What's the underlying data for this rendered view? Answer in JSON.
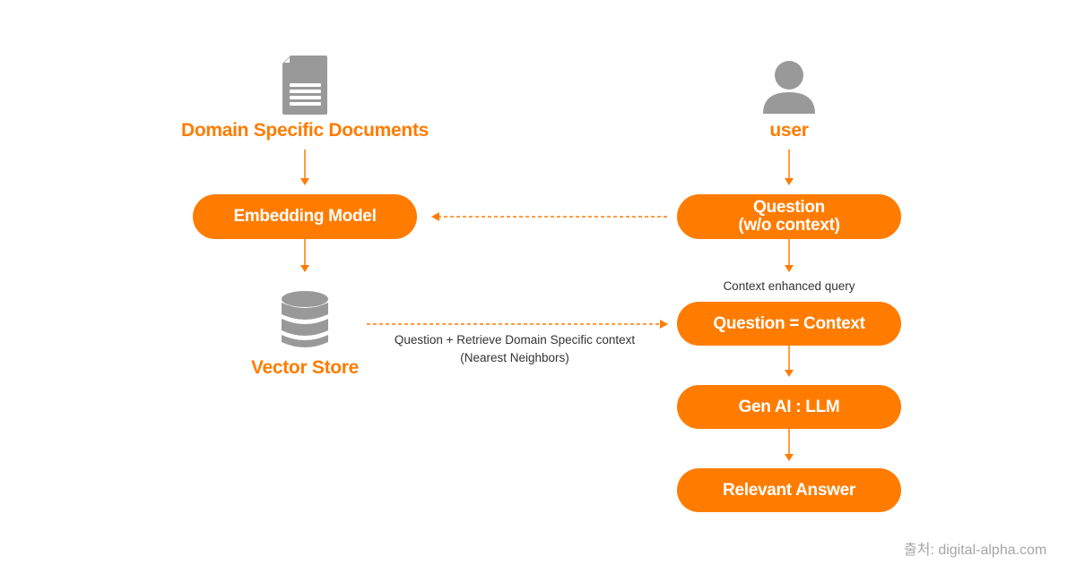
{
  "colors": {
    "accent": "#ff7c00",
    "icon": "#999999",
    "text": "#333333",
    "source": "#a6a6a6"
  },
  "left": {
    "documents": {
      "icon": "document-icon",
      "label": "Domain Specific Documents"
    },
    "embedding_model": {
      "label": "Embedding Model"
    },
    "vector_store": {
      "icon": "database-icon",
      "label": "Vector Store"
    }
  },
  "right": {
    "user": {
      "icon": "user-icon",
      "label": "user"
    },
    "question": {
      "line1": "Question",
      "line2": "(w/o context)"
    },
    "context_note": "Context enhanced query",
    "question_context": {
      "label": "Question = Context"
    },
    "gen_ai": {
      "label": "Gen AI : LLM"
    },
    "answer": {
      "label": "Relevant Answer"
    }
  },
  "connector_note": {
    "line1": "Question + Retrieve Domain Specific context",
    "line2": "(Nearest Neighbors)"
  },
  "source": "출처: digital-alpha.com"
}
